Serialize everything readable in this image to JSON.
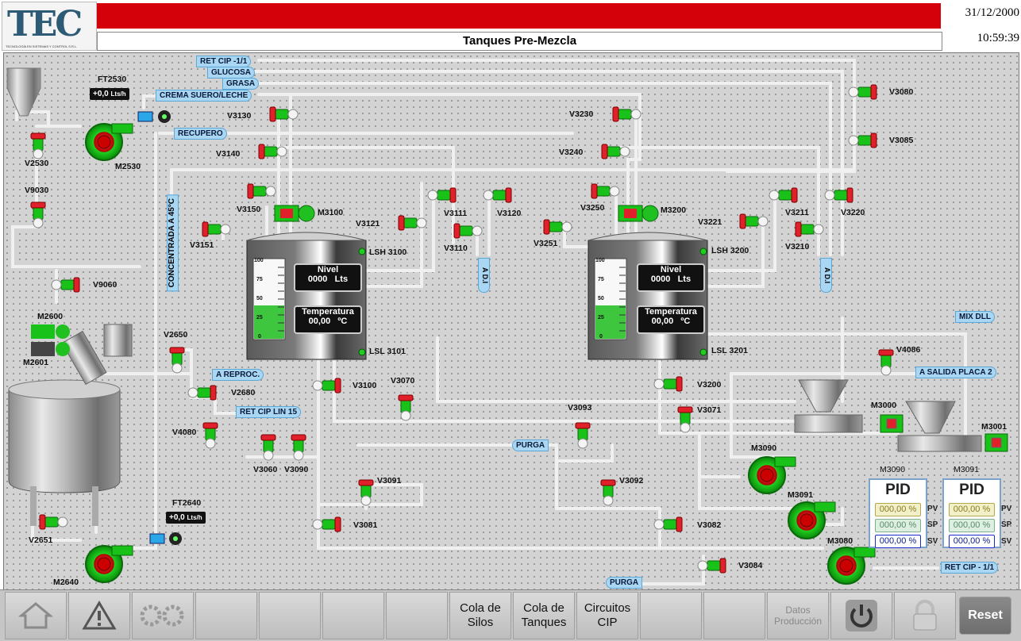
{
  "header": {
    "logo_text": "TEC",
    "logo_subtitle": "TECNOLOGÍA EN SISTEMAS Y CONTROL S.R.L.",
    "title": "Tanques Pre-Mezcla",
    "date": "31/12/2000",
    "time": "10:59:39"
  },
  "lines": {
    "ret_cip_1": "RET CIP -1/1",
    "glucosa": "GLUCOSA",
    "grasa": "GRASA",
    "crema": "CREMA SUERO/LECHE",
    "recupero": "RECUPERO",
    "concentrada": "CONCENTRADA A 45°C",
    "a_reproc": "A REPROC.",
    "ret_cip_lin15": "RET CIP LIN 15",
    "purga1": "PURGA",
    "purga2": "PURGA",
    "mix_dll": "MIX DLL",
    "salida_placa": "A SALIDA PLACA 2",
    "ret_cip_out": "RET CIP - 1/1",
    "adi": "A D.I"
  },
  "flow": {
    "ft2530": {
      "tag": "FT2530",
      "value": "+0,0",
      "unit": "Lts/h"
    },
    "ft2640": {
      "tag": "FT2640",
      "value": "+0,0",
      "unit": "Lts/h"
    }
  },
  "tanks": {
    "t3100": {
      "level_title": "Nivel",
      "level_value": "0000",
      "level_unit": "Lts",
      "temp_title": "Temperatura",
      "temp_value": "00,00",
      "temp_unit": "ºC",
      "scale": [
        "100",
        "75",
        "50",
        "25",
        "0"
      ],
      "fill_fraction": 0.42,
      "lsh": "LSH 3100",
      "lsl": "LSL 3101",
      "motor": "M3100"
    },
    "t3200": {
      "level_title": "Nivel",
      "level_value": "0000",
      "level_unit": "Lts",
      "temp_title": "Temperatura",
      "temp_value": "00,00",
      "temp_unit": "ºC",
      "scale": [
        "100",
        "75",
        "50",
        "25",
        "0"
      ],
      "fill_fraction": 0.42,
      "lsh": "LSH 3200",
      "lsl": "LSL 3201",
      "motor": "M3200"
    }
  },
  "valves": {
    "v2530": "V2530",
    "v9030": "V9030",
    "v9060": "V9060",
    "v2650": "V2650",
    "v2680": "V2680",
    "v4080": "V4080",
    "v2651": "V2651",
    "v3130": "V3130",
    "v3140": "V3140",
    "v3150": "V3150",
    "v3151": "V3151",
    "v3121": "V3121",
    "v3111": "V3111",
    "v3120": "V3120",
    "v3110": "V3110",
    "v3230": "V3230",
    "v3240": "V3240",
    "v3250": "V3250",
    "v3251": "V3251",
    "v3221": "V3221",
    "v3211": "V3211",
    "v3220": "V3220",
    "v3210": "V3210",
    "v3080": "V3080",
    "v3085": "V3085",
    "v3100": "V3100",
    "v3070": "V3070",
    "v3093": "V3093",
    "v3060": "V3060",
    "v3090": "V3090",
    "v3091": "V3091",
    "v3092": "V3092",
    "v3081": "V3081",
    "v3082": "V3082",
    "v3200": "V3200",
    "v3071": "V3071",
    "v4086": "V4086",
    "v3084": "V3084"
  },
  "motors": {
    "m2530": "M2530",
    "m2600": "M2600",
    "m2601": "M2601",
    "m2640": "M2640",
    "m3000": "M3000",
    "m3001": "M3001",
    "m3090": "M3090",
    "m3091": "M3091",
    "m3080": "M3080"
  },
  "pid": [
    {
      "title_top": "M3090",
      "title": "PID",
      "pv": "000,00 %",
      "sp": "000,00 %",
      "sv": "000,00 %"
    },
    {
      "title_top": "M3091",
      "title": "PID",
      "pv": "000,00 %",
      "sp": "000,00 %",
      "sv": "000,00 %"
    }
  ],
  "pid_labels": {
    "pv": "PV",
    "sp": "SP",
    "sv": "SV"
  },
  "footer": {
    "cola_silos": "Cola de Silos",
    "cola_tanques": "Cola de Tanques",
    "circuitos_cip": "Circuitos CIP",
    "datos_produccion": "Datos Producción",
    "reset": "Reset"
  },
  "colors": {
    "header_red": "#d4000a",
    "pipe": "#f2f2f2",
    "valve_green": "#19c219",
    "valve_red": "#e0202a",
    "pump_green": "#11b311",
    "tank_fill": "#3fc63f"
  }
}
